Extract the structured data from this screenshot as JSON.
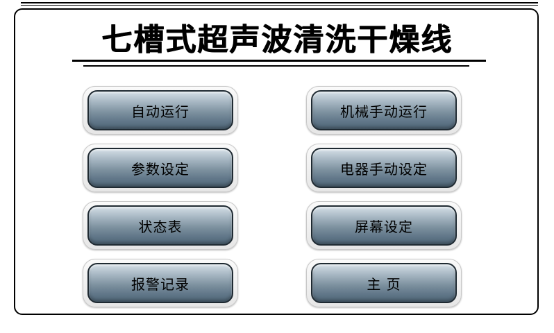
{
  "header": {
    "title": "七槽式超声波清洗干燥线"
  },
  "menu": {
    "left": [
      {
        "label": "自动运行"
      },
      {
        "label": "参数设定"
      },
      {
        "label": "状态表"
      },
      {
        "label": "报警记录"
      }
    ],
    "right": [
      {
        "label": "机械手动运行"
      },
      {
        "label": "电器手动设定"
      },
      {
        "label": "屏幕设定"
      },
      {
        "label": "主 页"
      }
    ]
  },
  "colors": {
    "button_top": "#d3dee6",
    "button_bottom": "#4f6677",
    "button_border": "#1f2a32",
    "frame": "#000000"
  }
}
